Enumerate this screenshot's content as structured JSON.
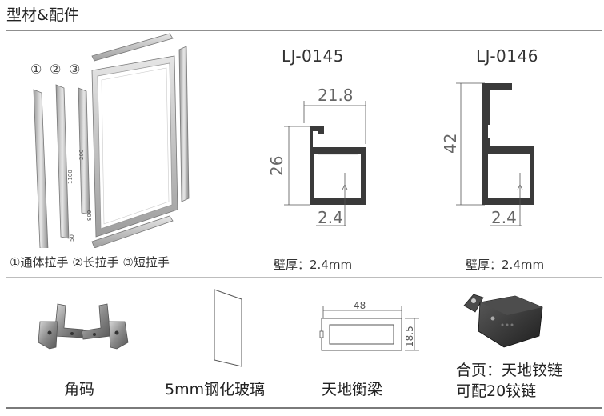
{
  "header": {
    "title": "型材&配件"
  },
  "profiles": [
    {
      "code": "LJ-0145",
      "width_dim": "21.8",
      "height_dim": "26",
      "wall_dim": "2.4",
      "caption": "壁厚：2.4mm"
    },
    {
      "code": "LJ-0146",
      "height_dim": "42",
      "wall_dim": "2.4",
      "caption": "壁厚：2.4mm"
    }
  ],
  "frame_illustration": {
    "markers": [
      "①",
      "②",
      "③"
    ],
    "dims": {
      "d1": "1100",
      "d2": "200",
      "d3": "900",
      "d4": "50"
    },
    "caption": "①通体拉手 ②长拉手 ③短拉手"
  },
  "accessories": [
    {
      "label": "角码"
    },
    {
      "label": "5mm钢化玻璃"
    },
    {
      "label": "天地衡梁",
      "width_dim": "48",
      "height_dim": "18.5"
    },
    {
      "label_line1": "合页：天地铰链",
      "label_line2": "可配20铰链"
    }
  ]
}
